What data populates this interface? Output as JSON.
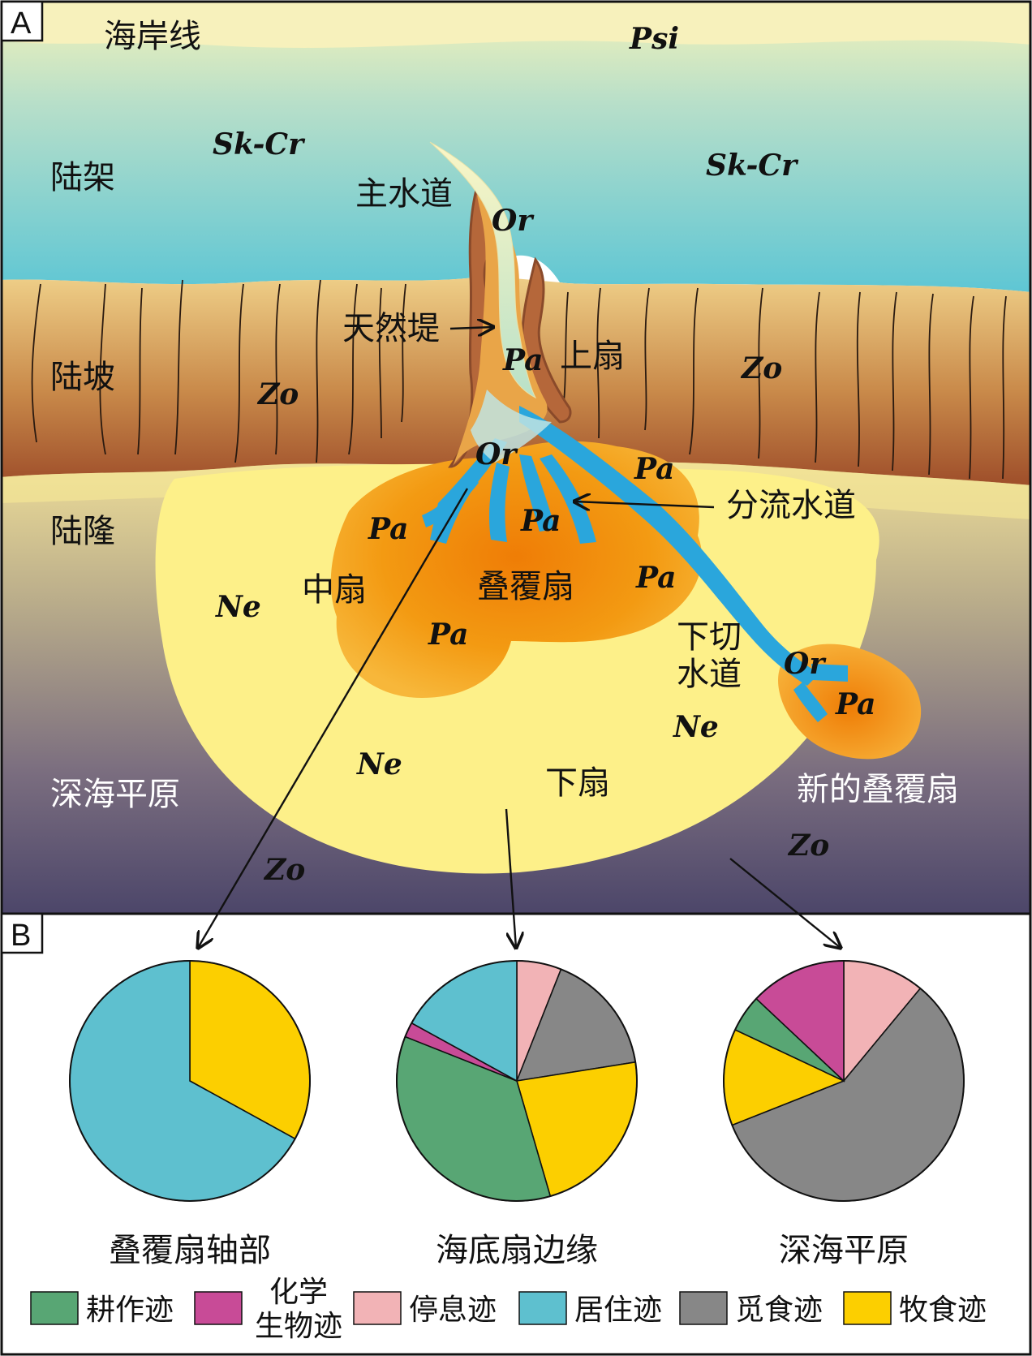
{
  "panel_a": {
    "letter": "A",
    "zones": {
      "coastline": "海岸线",
      "shelf": "陆架",
      "slope": "陆坡",
      "rise": "陆隆",
      "abyssal_plain": "深海平原"
    },
    "features": {
      "main_channel": "主水道",
      "levee": "天然堤",
      "upper_fan": "上扇",
      "distributary_channel": "分流水道",
      "middle_fan": "中扇",
      "lobe": "叠覆扇",
      "incised_channel_1": "下切",
      "incised_channel_2": "水道",
      "lower_fan": "下扇",
      "new_lobe": "新的叠覆扇"
    },
    "ichnofacies": {
      "psi": "Psi",
      "skcr_left": "Sk-Cr",
      "skcr_right": "Sk-Cr",
      "or_top": "Or",
      "pa_channel": "Pa",
      "zo_slope_left": "Zo",
      "zo_slope_right": "Zo",
      "or_mid": "Or",
      "pa_right": "Pa",
      "pa_left": "Pa",
      "pa_center": "Pa",
      "pa_rightlobe": "Pa",
      "pa_bottom": "Pa",
      "ne_left": "Ne",
      "or_newlobe": "Or",
      "pa_newlobe": "Pa",
      "ne_right": "Ne",
      "ne_bottom": "Ne",
      "zo_plain_left": "Zo",
      "zo_plain_right": "Zo"
    }
  },
  "panel_b": {
    "letter": "B",
    "categories": [
      {
        "key": "plowing",
        "label": "耕作迹",
        "color": "#58a674"
      },
      {
        "key": "chemo",
        "label": "化学生物迹",
        "label_line1": "化学",
        "label_line2": "生物迹",
        "color": "#c84b97"
      },
      {
        "key": "resting",
        "label": "停息迹",
        "color": "#f2b3b6"
      },
      {
        "key": "dwelling",
        "label": "居住迹",
        "color": "#5ec0cf"
      },
      {
        "key": "feeding",
        "label": "觅食迹",
        "color": "#878787"
      },
      {
        "key": "grazing",
        "label": "牧食迹",
        "color": "#fccf00"
      }
    ]
  },
  "chart_data": [
    {
      "type": "pie",
      "title": "叠覆扇轴部",
      "slices": [
        {
          "category": "牧食迹",
          "value": 33
        },
        {
          "category": "居住迹",
          "value": 67
        }
      ]
    },
    {
      "type": "pie",
      "title": "海底扇边缘",
      "slices": [
        {
          "category": "停息迹",
          "value": 6
        },
        {
          "category": "觅食迹",
          "value": 16.5
        },
        {
          "category": "牧食迹",
          "value": 23
        },
        {
          "category": "耕作迹",
          "value": 35.5
        },
        {
          "category": "化学生物迹",
          "value": 2
        },
        {
          "category": "居住迹",
          "value": 17
        }
      ]
    },
    {
      "type": "pie",
      "title": "深海平原",
      "slices": [
        {
          "category": "停息迹",
          "value": 11
        },
        {
          "category": "觅食迹",
          "value": 58
        },
        {
          "category": "牧食迹",
          "value": 13
        },
        {
          "category": "耕作迹",
          "value": 5
        },
        {
          "category": "化学生物迹",
          "value": 13
        }
      ]
    }
  ]
}
